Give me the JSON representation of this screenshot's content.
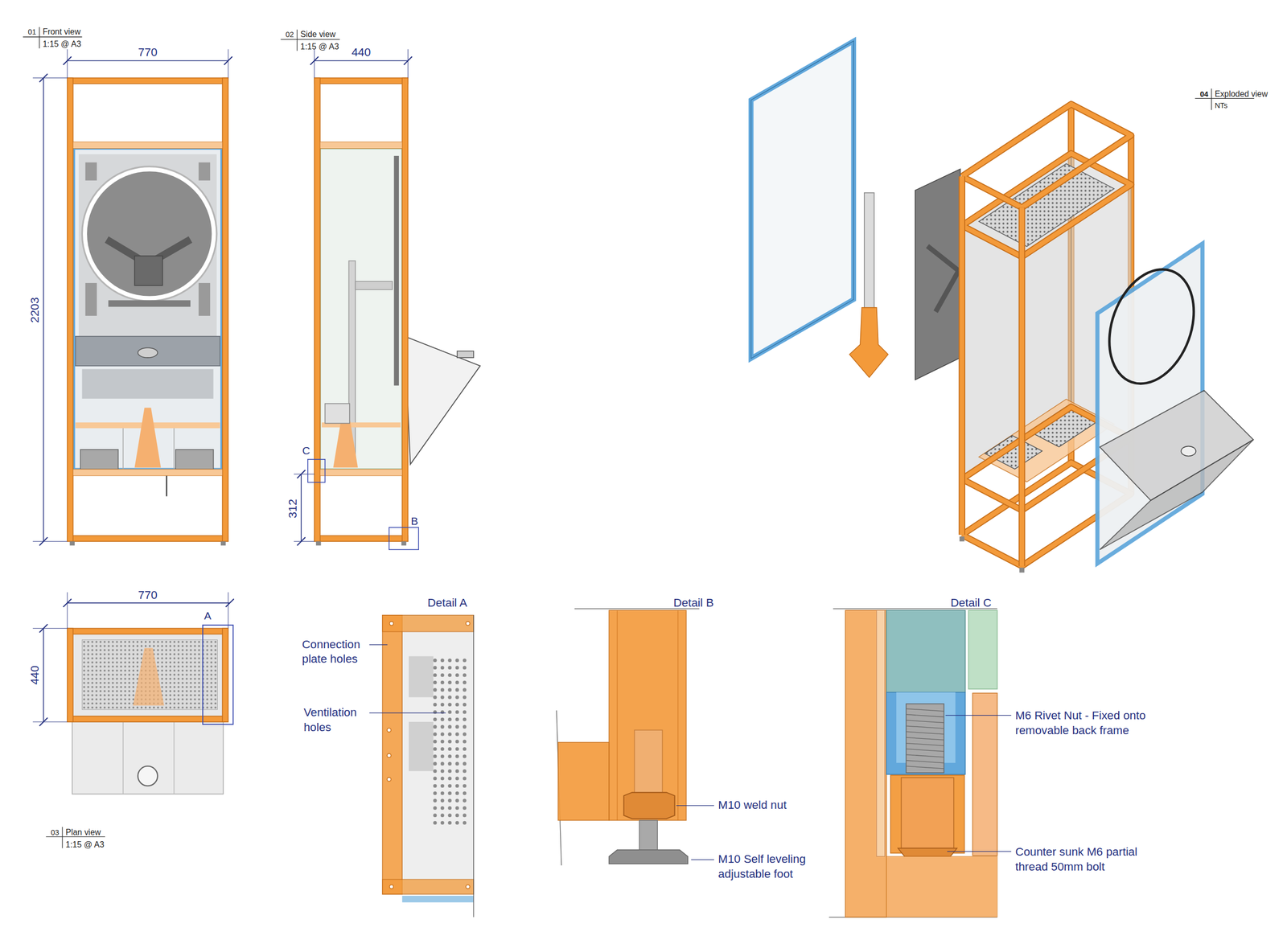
{
  "diagram": {
    "labels": [
      "01",
      "Front view",
      "1:15 @ A3",
      "02",
      "Side view",
      "1:15 @ A3",
      "770",
      "440",
      "2203",
      "C",
      "312",
      "B",
      "04",
      "Exploded view",
      "NTs",
      "770",
      "440",
      "A",
      "03",
      "Plan view",
      "1:15 @ A3",
      "Detail A",
      "Connection plate holes",
      "Ventilation holes",
      "Detail B",
      "M10 weld nut",
      "M10 Self leveling adjustable foot",
      "Detail C",
      "M6 Rivet Nut - Fixed onto removable back frame",
      "Counter sunk M6 partial thread 50mm bolt"
    ]
  }
}
